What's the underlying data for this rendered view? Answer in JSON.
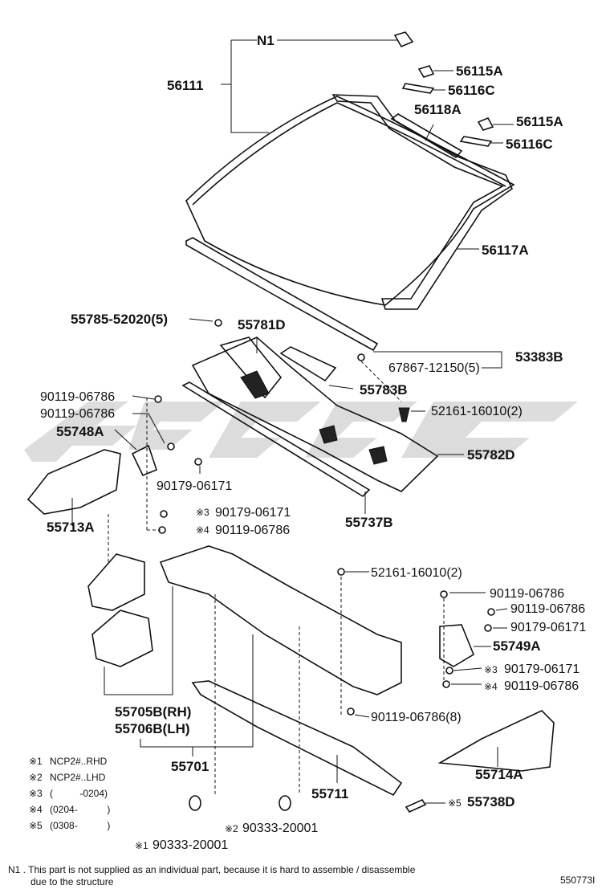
{
  "watermark_color": "#d9d9d9",
  "parts": {
    "n1": "N1",
    "p56111": "56111",
    "p56115A_1": "56115A",
    "p56116C_1": "56116C",
    "p56118A": "56118A",
    "p56115A_2": "56115A",
    "p56116C_2": "56116C",
    "p56117A": "56117A",
    "p55785": "55785-52020(5)",
    "p55781D": "55781D",
    "p53383B": "53383B",
    "p67867": "67867-12150(5)",
    "p55783B": "55783B",
    "p52161_top": "52161-16010(2)",
    "p90119_a": "90119-06786",
    "p90119_b": "90119-06786",
    "p55748A": "55748A",
    "p55782D": "55782D",
    "p90179_a": "90179-06171",
    "p90179_b": "90179-06171",
    "p90119_c": "90119-06786",
    "p55713A": "55713A",
    "p55737B": "55737B",
    "p52161_mid": "52161-16010(2)",
    "p90119_d": "90119-06786",
    "p90119_e": "90119-06786",
    "p90179_c": "90179-06171",
    "p55749A": "55749A",
    "p90179_d": "90179-06171",
    "p90119_f": "90119-06786",
    "p55705B": "55705B(RH)",
    "p55706B": "55706B(LH)",
    "p90119_g": "90119-06786(8)",
    "p55701": "55701",
    "p55714A": "55714A",
    "p55711": "55711",
    "p55738D": "55738D",
    "p90333_a": "90333-20001",
    "p90333_b": "90333-20001"
  },
  "marks": {
    "m3": "※3",
    "m4": "※4",
    "m5": "※5",
    "m1": "※1",
    "m2": "※2"
  },
  "legend": [
    {
      "mark": "※1",
      "text": "NCP2#..RHD"
    },
    {
      "mark": "※2",
      "text": "NCP2#..LHD"
    },
    {
      "mark": "※3",
      "text": "(          -0204)"
    },
    {
      "mark": "※4",
      "text": "(0204-           )"
    },
    {
      "mark": "※5",
      "text": "(0308-           )"
    }
  ],
  "footnote": {
    "line1": "N1 . This part is not supplied as an individual part, because it is hard to assemble / disassemble",
    "line2": "due to the structure"
  },
  "diagram_id": "550773I"
}
